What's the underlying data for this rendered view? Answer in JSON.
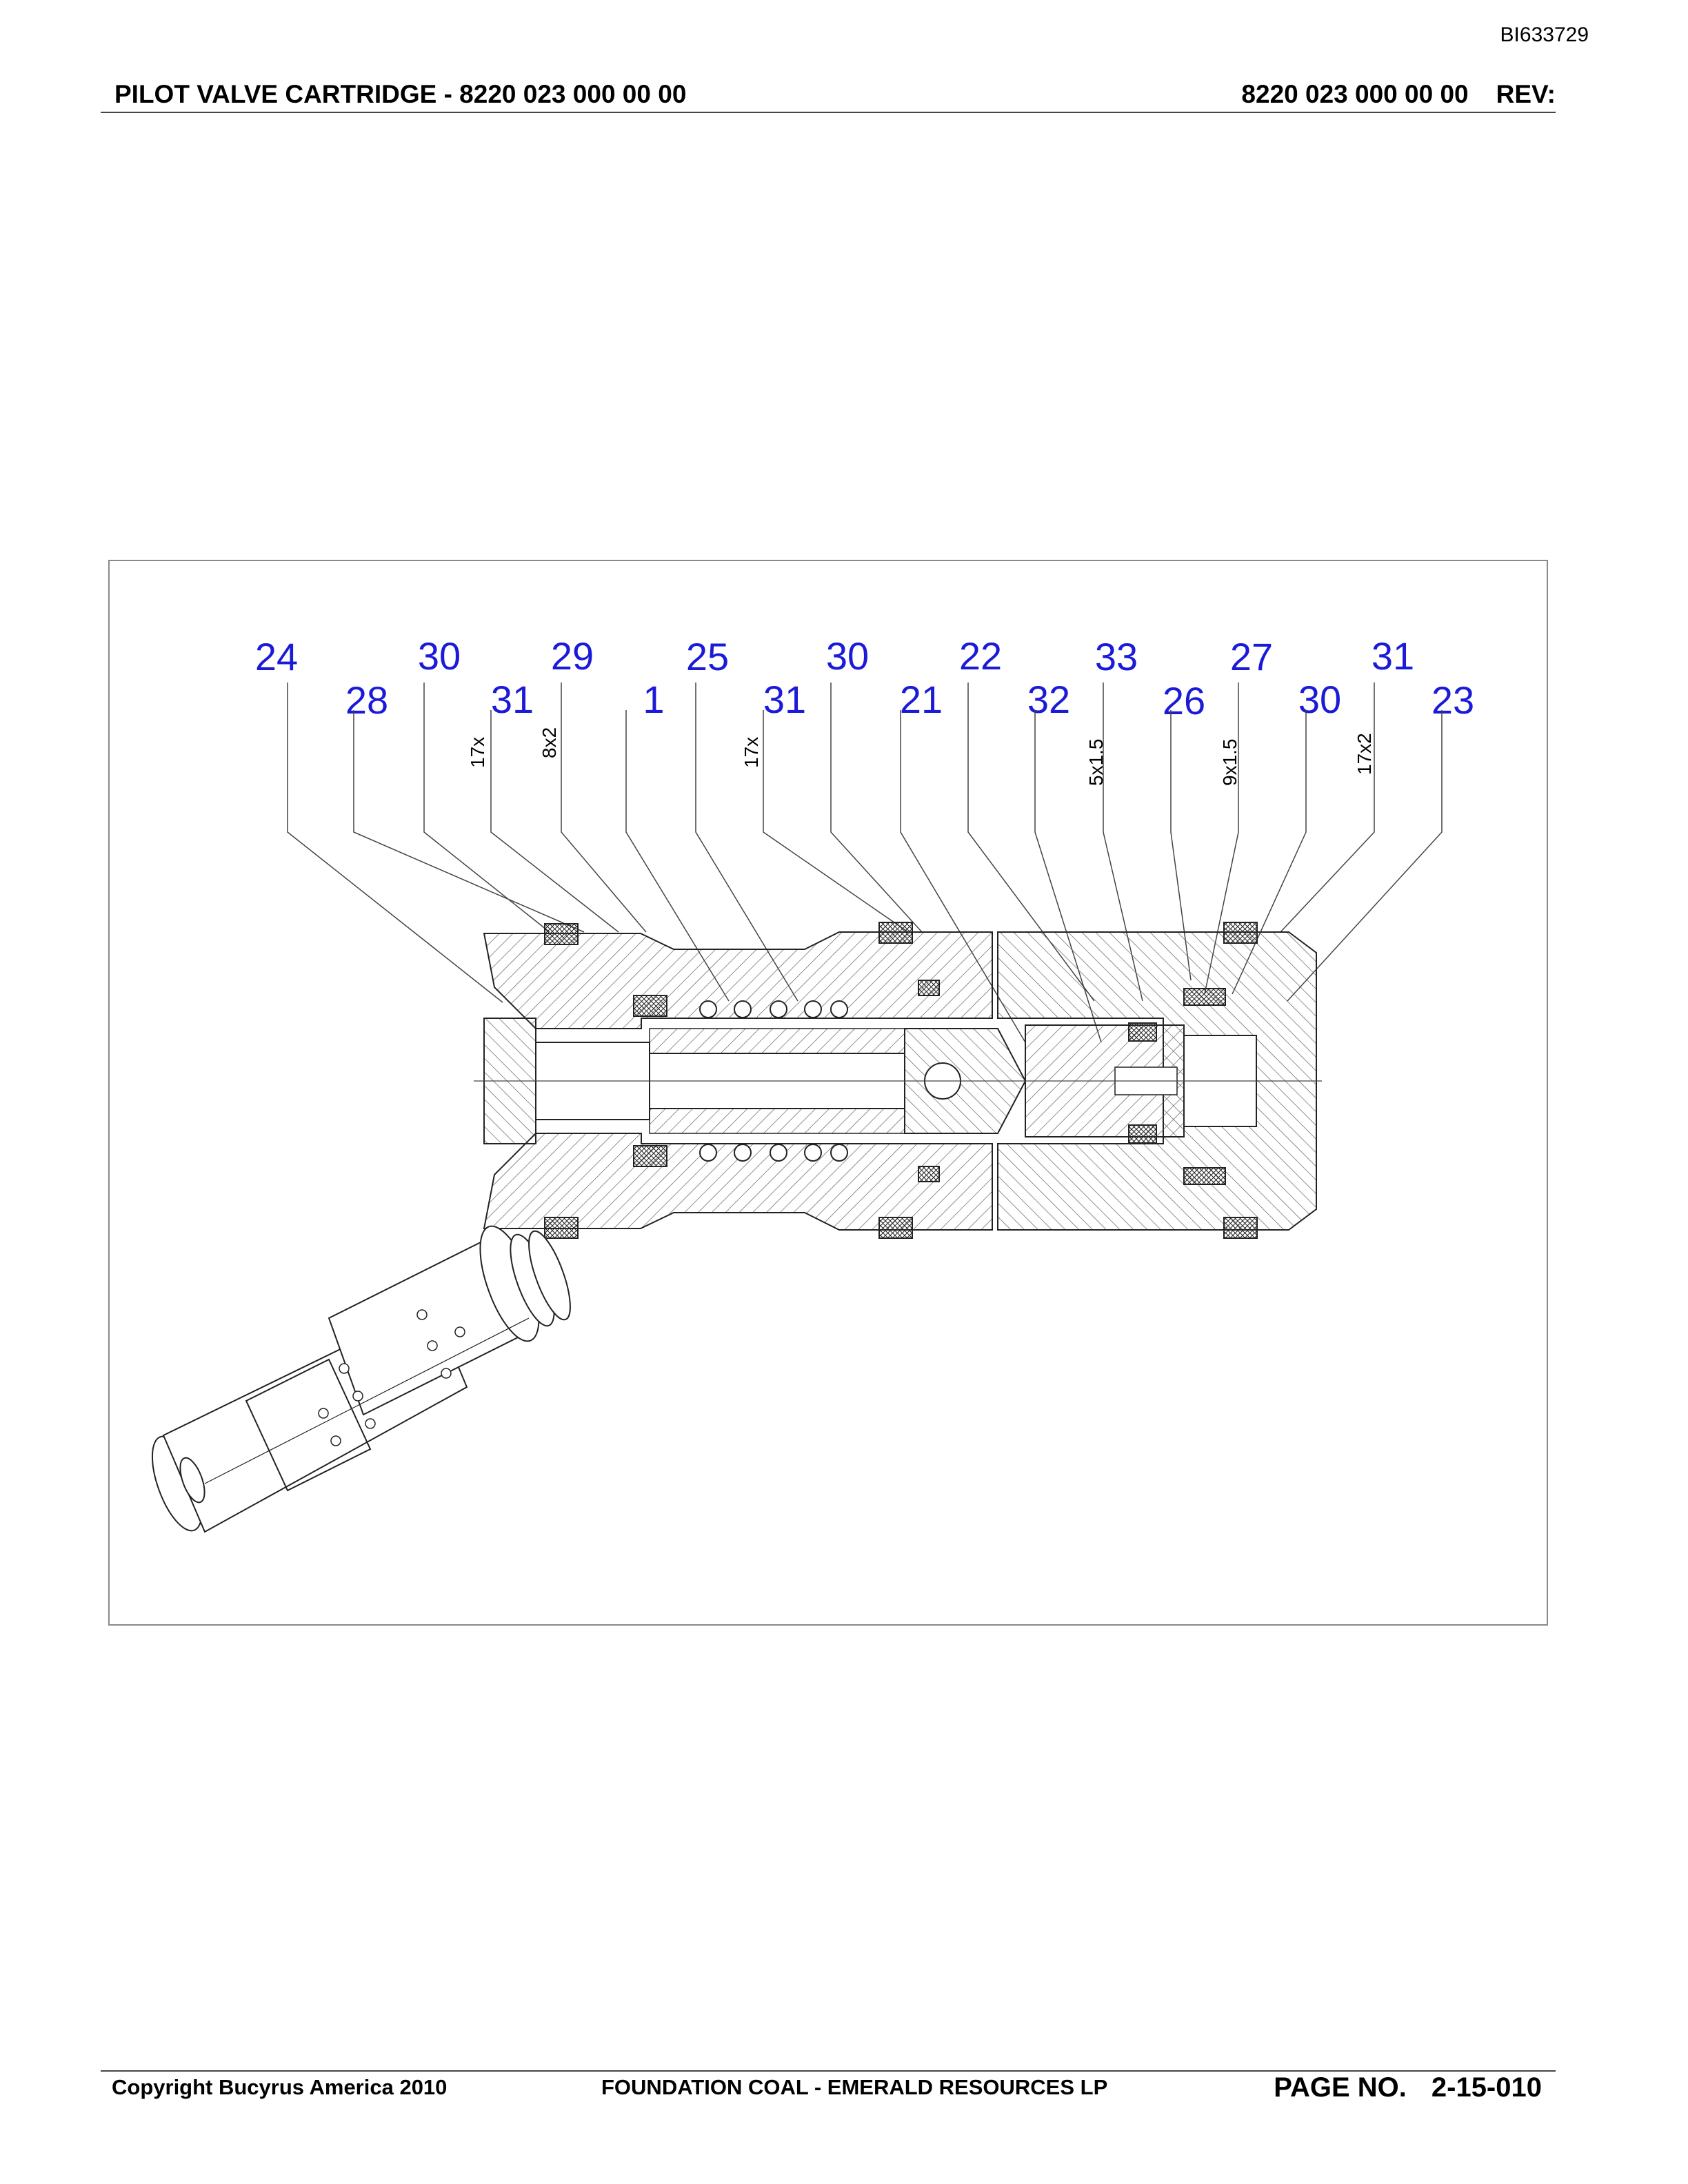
{
  "document": {
    "doc_id": "BI633729",
    "title": "PILOT VALVE CARTRIDGE - 8220 023 000 00 00",
    "part_number": "8220 023 000 00 00",
    "rev_label": "REV:"
  },
  "drawing": {
    "callouts_top": [
      "24",
      "30",
      "29",
      "25",
      "30",
      "22",
      "33",
      "27",
      "31"
    ],
    "callouts_bottom": [
      "28",
      "31",
      "1",
      "31",
      "21",
      "32",
      "26",
      "30",
      "23"
    ],
    "seal_sizes": [
      "17x",
      "8x2",
      "17x",
      "5x1.5",
      "9x1.5",
      "17x2"
    ],
    "callout_color": "#1a1ad8"
  },
  "footer": {
    "copyright": "Copyright Bucyrus America 2010",
    "customer": "FOUNDATION COAL - EMERALD RESOURCES LP",
    "page_label": "PAGE NO.",
    "page_number": "2-15-010"
  }
}
